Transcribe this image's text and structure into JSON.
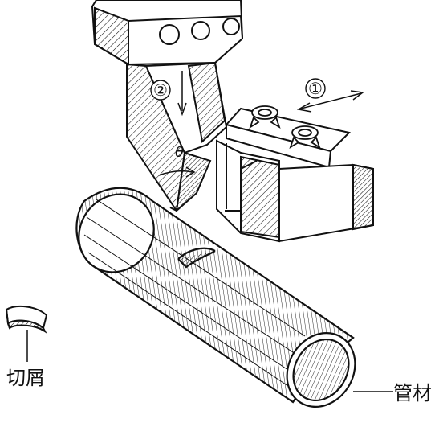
{
  "labels": {
    "marker_1": "①",
    "marker_2": "②",
    "angle": "θ",
    "chip": "切屑",
    "tube": "管材"
  },
  "colors": {
    "ink": "#111111",
    "background": "#ffffff"
  }
}
